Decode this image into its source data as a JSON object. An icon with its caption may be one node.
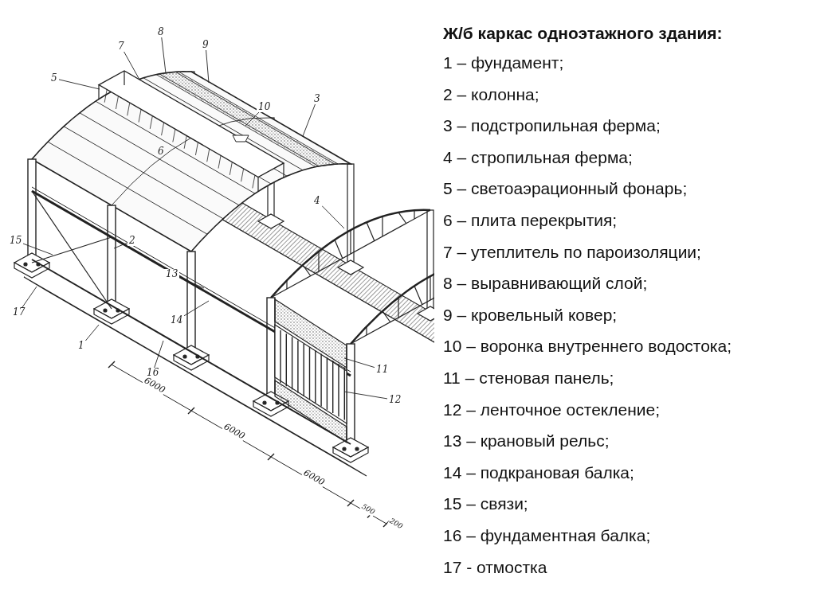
{
  "diagram": {
    "title": "Ж/б каркас одноэтажного здания:",
    "nodes": [
      {
        "text": [
          "1"
        ]
      },
      {
        "text": [
          "2"
        ]
      },
      {
        "text": [
          "3"
        ]
      },
      {
        "text": [
          "4"
        ]
      },
      {
        "text": [
          "5"
        ]
      },
      {
        "text": [
          "7"
        ]
      },
      {
        "text": [
          "8"
        ]
      },
      {
        "text": [
          "9"
        ]
      },
      {
        "text": [
          "10"
        ]
      },
      {
        "text": [
          "11"
        ]
      },
      {
        "text": [
          "12"
        ]
      },
      {
        "text": [
          "13"
        ]
      },
      {
        "text": [
          "14"
        ]
      },
      {
        "text": [
          "15"
        ]
      },
      {
        "text": [
          "16"
        ]
      },
      {
        "text": [
          "17"
        ]
      }
    ],
    "edges": [
      {
        "from": 0,
        "to": null,
        "arrow": "none"
      },
      {
        "from": 1,
        "to": null,
        "arrow": "none"
      },
      {
        "from": 2,
        "to": null,
        "arrow": "none"
      },
      {
        "from": 3,
        "to": null,
        "arrow": "none"
      },
      {
        "from": 4,
        "to": null,
        "arrow": "none"
      },
      {
        "from": 5,
        "to": null,
        "arrow": "none"
      },
      {
        "from": 6,
        "to": null,
        "arrow": "none"
      },
      {
        "from": 7,
        "to": null,
        "arrow": "none"
      },
      {
        "from": 8,
        "to": null,
        "arrow": "none"
      },
      {
        "from": 9,
        "to": null,
        "arrow": "none"
      },
      {
        "from": 10,
        "to": null,
        "arrow": "none"
      },
      {
        "from": 11,
        "to": null,
        "arrow": "none"
      },
      {
        "from": 12,
        "to": null,
        "arrow": "none"
      },
      {
        "from": 13,
        "to": null,
        "arrow": "none"
      },
      {
        "from": 14,
        "to": null,
        "arrow": "none"
      },
      {
        "from": 15,
        "to": null,
        "arrow": "none"
      }
    ],
    "labels": [
      "6",
      "6000",
      "6000",
      "6000",
      "500",
      "200",
      "1 – фундамент;",
      "2 – колонна;",
      "3 – подстропильная ферма;",
      "4 – стропильная ферма;",
      "5 – светоаэрационный фонарь;",
      "6 – плита перекрытия;",
      "7 – утеплитель по пароизоляции;",
      "8 – выравнивающий слой;",
      "9 – кровельный ковер;",
      "10 – воронка внутреннего водостока;",
      "11 – стеновая панель;",
      "12 – ленточное остекление;",
      "13 – крановый рельс;",
      "14 – подкрановая балка;",
      "15 – связи;",
      "16 – фундаментная балка;",
      "17 - отмостка"
    ]
  }
}
